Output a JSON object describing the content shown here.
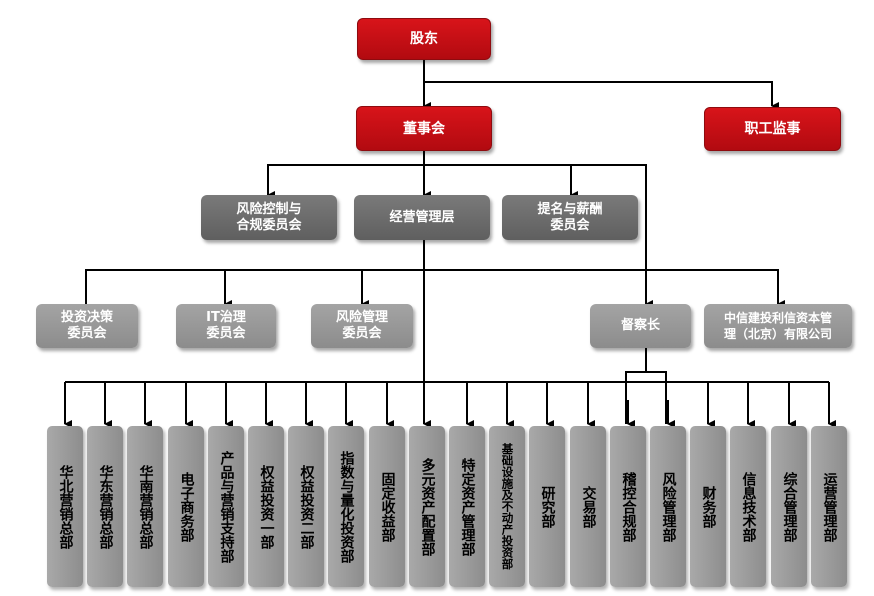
{
  "colors": {
    "red": "#c8101a",
    "dark_gray": "#666666",
    "light_gray": "#999999",
    "line": "#000000"
  },
  "nodes": {
    "shareholders": "股东",
    "board": "董事会",
    "supervisor": "职工监事",
    "risk_compliance_committee": "风险控制与\n合规委员会",
    "management": "经营管理层",
    "nomination_committee": "提名与薪酬\n委员会",
    "investment_committee": "投资决策\n委员会",
    "it_committee": "IT治理\n委员会",
    "risk_mgmt_committee": "风险管理\n委员会",
    "chief_inspector": "督察长",
    "subsidiary": "中信建投利信资本管\n理（北京）有限公司"
  },
  "departments": [
    "华北营销总部",
    "华东营销总部",
    "华南营销总部",
    "电子商务部",
    "产品与营销支持部",
    "权益投资一部",
    "权益投资二部",
    "指数与量化投资部",
    "固定收益部",
    "多元资产配置部",
    "特定资产管理部",
    "基础设施及不动产投资部",
    "研究部",
    "交易部",
    "稽控合规部",
    "风险管理部",
    "财务部",
    "信息技术部",
    "综合管理部",
    "运营管理部"
  ]
}
